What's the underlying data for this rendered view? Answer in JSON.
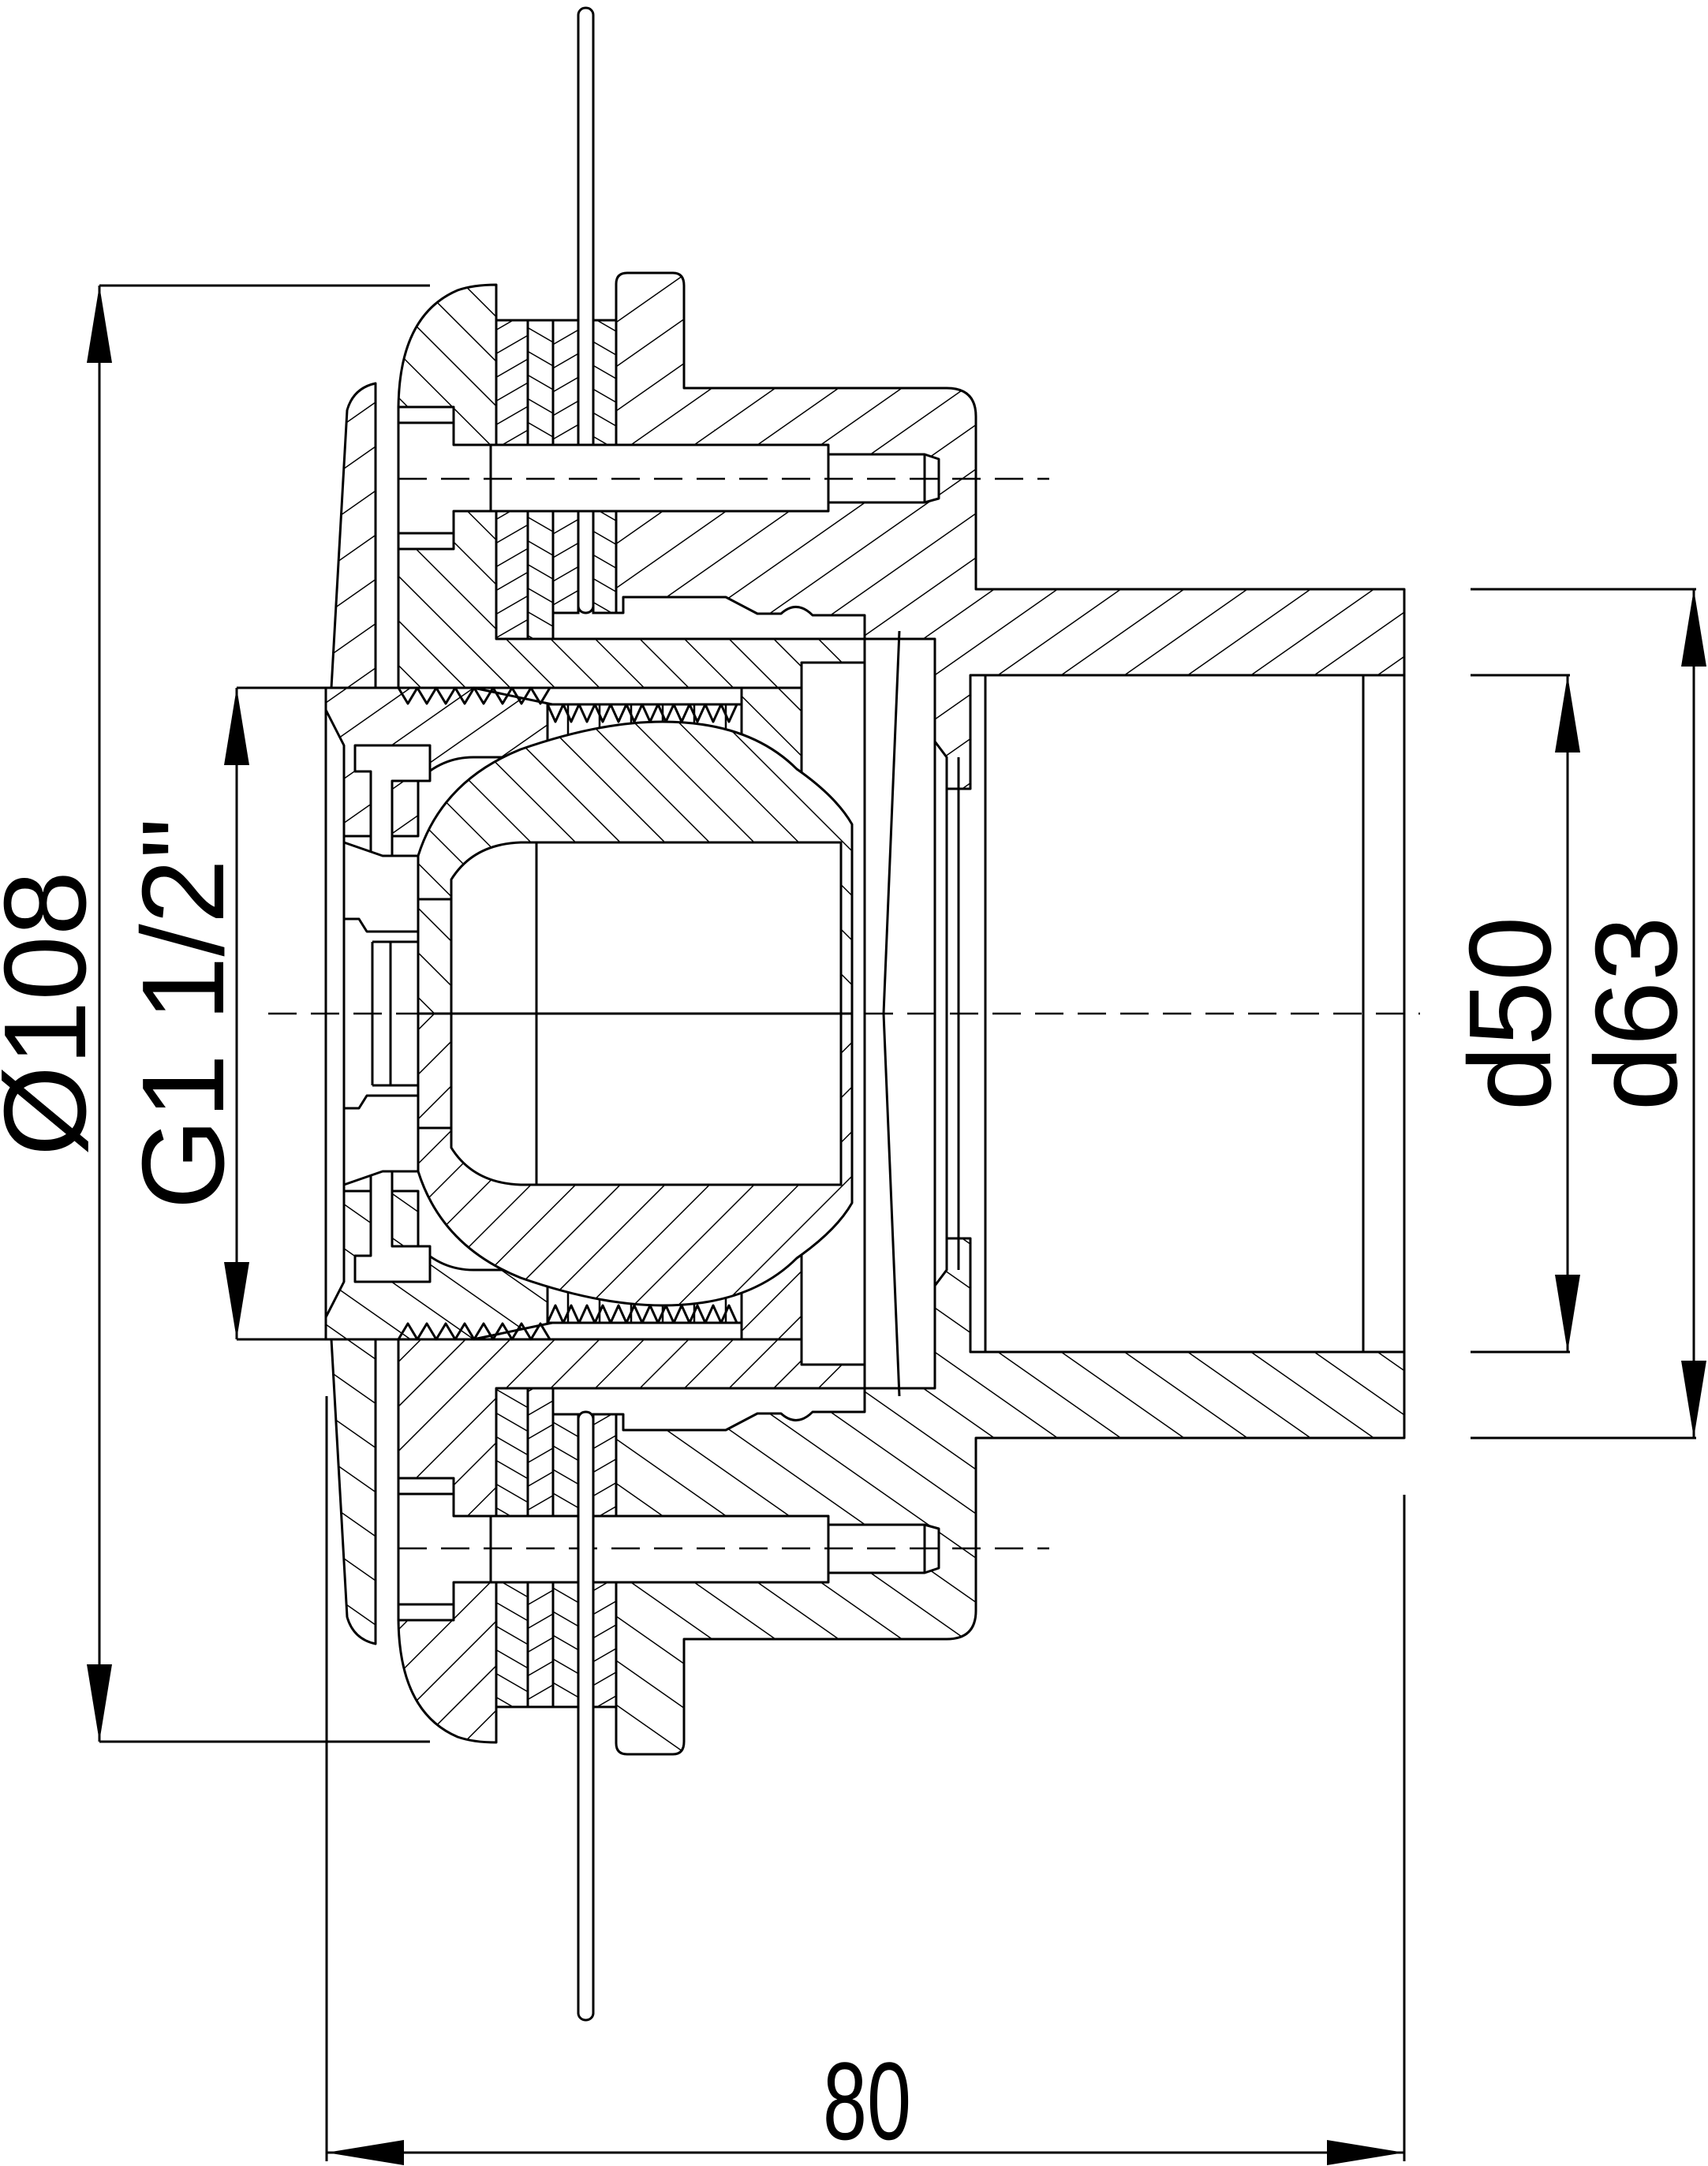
{
  "drawing": {
    "type": "technical cross-section drawing",
    "subject": "floor/roof drain outlet with clamping flange, membrane and pipe socket",
    "line_color": "#000000",
    "background": "#ffffff"
  },
  "dimensions": {
    "outer_diameter": {
      "label": "Ø108",
      "orientation": "vertical"
    },
    "thread": {
      "label": "G1 1/2\"",
      "orientation": "vertical"
    },
    "socket_inner": {
      "label": "d50",
      "orientation": "vertical"
    },
    "socket_outer": {
      "label": "d63",
      "orientation": "vertical"
    },
    "overall_length": {
      "label": "80",
      "orientation": "horizontal"
    }
  }
}
